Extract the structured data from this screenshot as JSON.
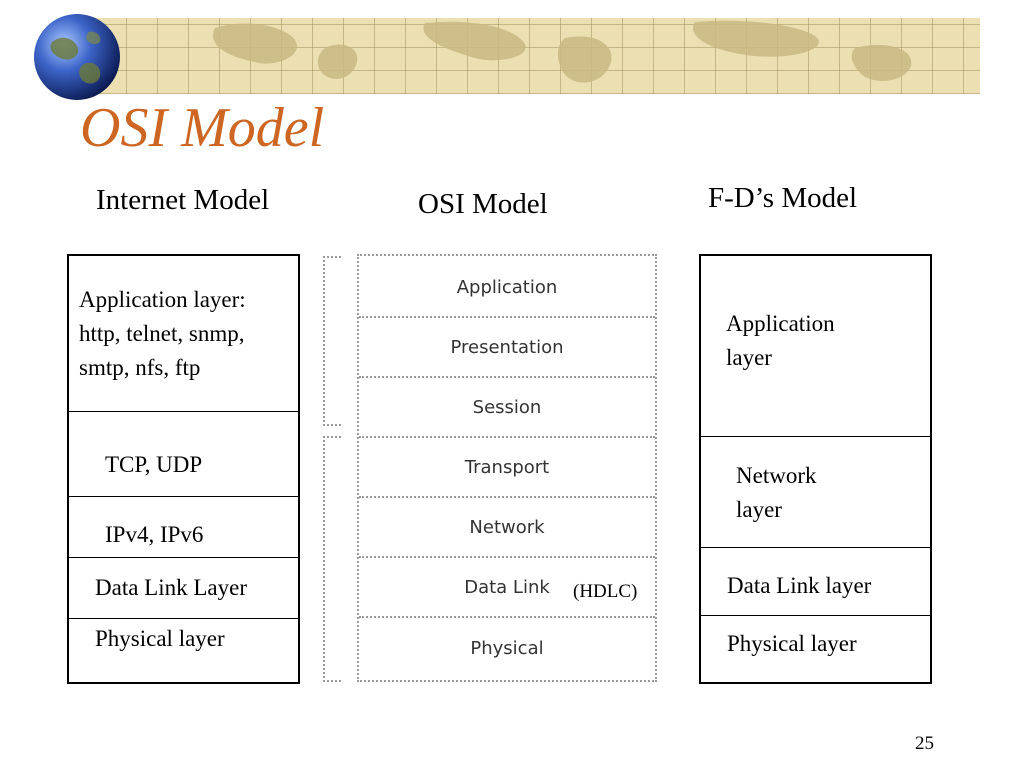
{
  "slide": {
    "title": "OSI Model",
    "page_number": "25"
  },
  "internet_model": {
    "heading": "Internet Model",
    "layers": [
      "Application layer:\nhttp, telnet, snmp,\nsmtp, nfs, ftp",
      "TCP, UDP",
      "IPv4, IPv6",
      "Data Link Layer",
      "Physical layer"
    ]
  },
  "osi_model": {
    "heading": "OSI Model",
    "layers": [
      "Application",
      "Presentation",
      "Session",
      "Transport",
      "Network",
      "Data Link",
      "Physical"
    ],
    "data_link_note": "(HDLC)"
  },
  "fd_model": {
    "heading": "F-D’s Model",
    "layers": [
      "Application\nlayer",
      "Network\nlayer",
      "Data Link layer",
      "Physical layer"
    ]
  },
  "colors": {
    "title": "#cc6622",
    "banner": "#ece0b2"
  }
}
